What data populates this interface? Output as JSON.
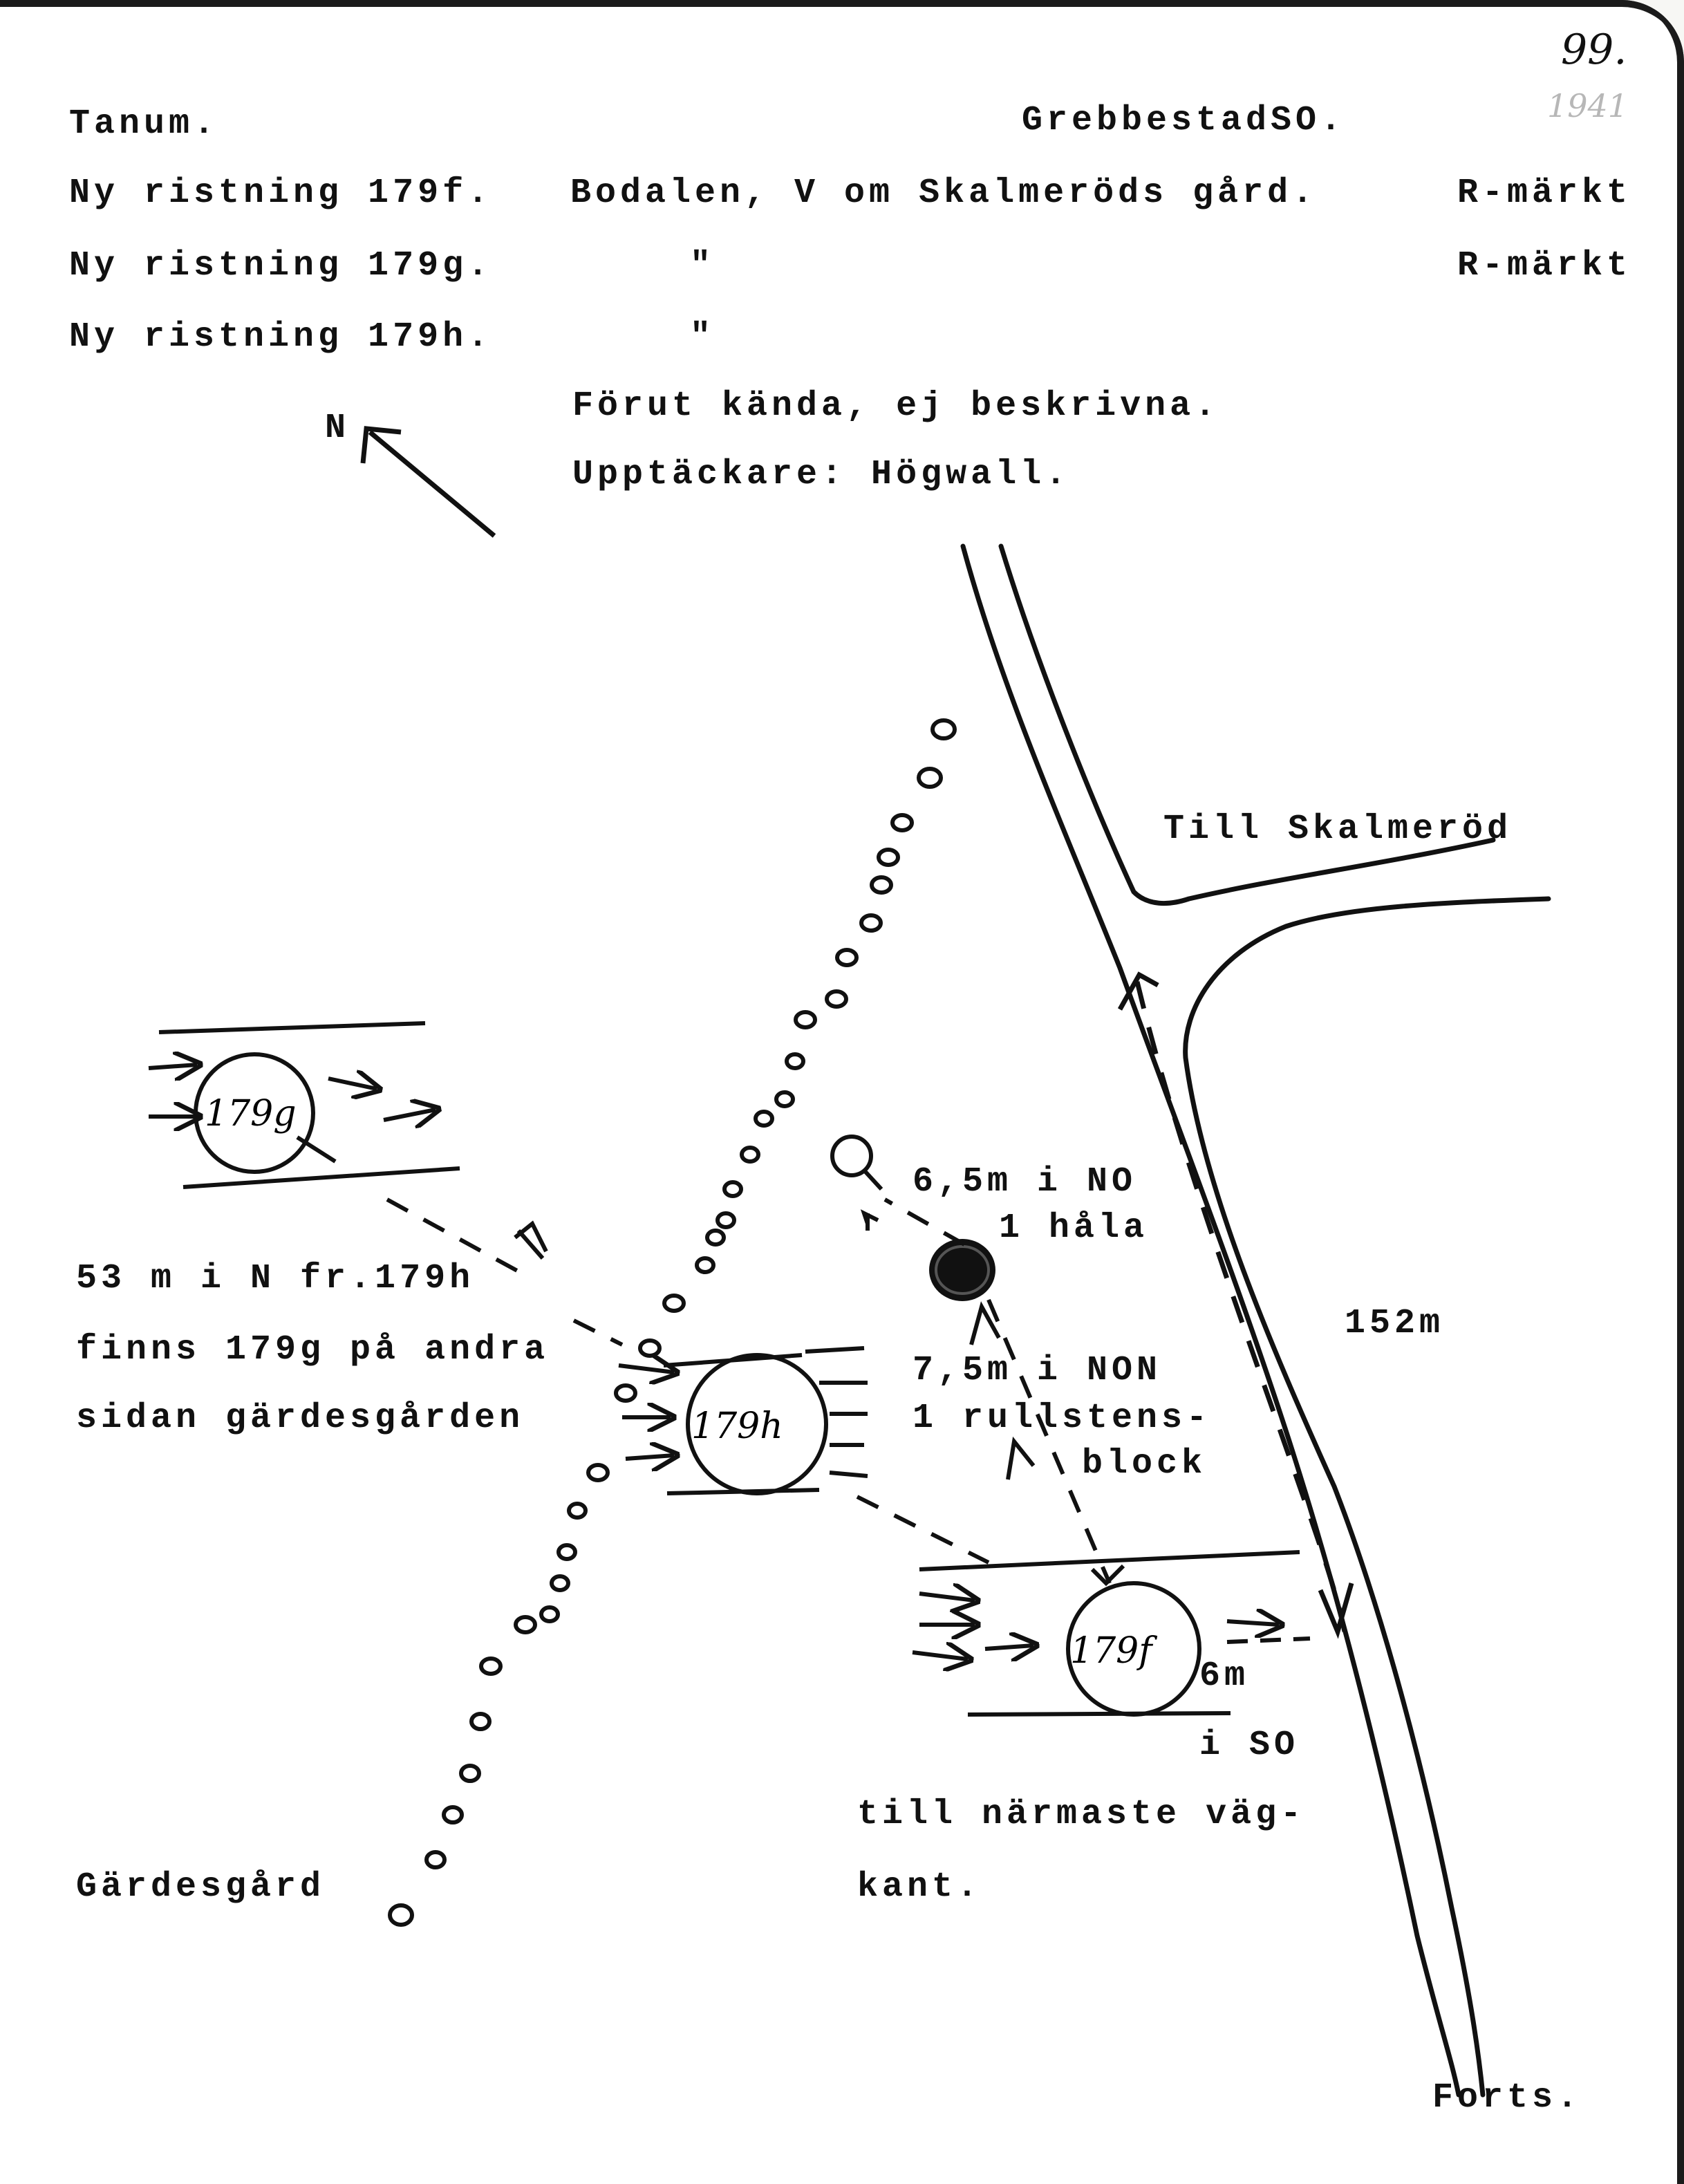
{
  "page": {
    "number": "99.",
    "year": "1941"
  },
  "header": {
    "parish": "Tanum.",
    "sheet": "GrebbestadSO.",
    "lines": [
      {
        "text": "Ny ristning 179f.",
        "place": "Bodalen, V om Skalmeröds gård.",
        "mark": "R-märkt"
      },
      {
        "text": "Ny ristning 179g.",
        "place": "\"",
        "mark": "R-märkt"
      },
      {
        "text": "Ny ristning 179h.",
        "place": "\"",
        "mark": ""
      }
    ],
    "note1": "Förut kända, ej beskrivna.",
    "note2": "Upptäckare: Högwall."
  },
  "map": {
    "north_label": "N",
    "road_label": "Till Skalmeröd",
    "distance_road": "152m",
    "rock_179g": "179g",
    "rock_179h": "179h",
    "rock_179f": "179f",
    "note_hole_line1": "6,5m i NO",
    "note_hole_line2": "1 håla",
    "note_block_line1": "7,5m i NON",
    "note_block_line2": "1 rullstens-",
    "note_block_line3": "block",
    "note_179g_line1": "53 m i N fr.179h",
    "note_179g_line2": "finns 179g på andra",
    "note_179g_line3": "sidan gärdesgården",
    "note_179f_a": "6m",
    "note_179f_b": "i SO",
    "note_179f_c": "till närmaste väg-",
    "note_179f_d": "kant.",
    "fence_label": "Gärdesgård",
    "continues": "Forts."
  }
}
